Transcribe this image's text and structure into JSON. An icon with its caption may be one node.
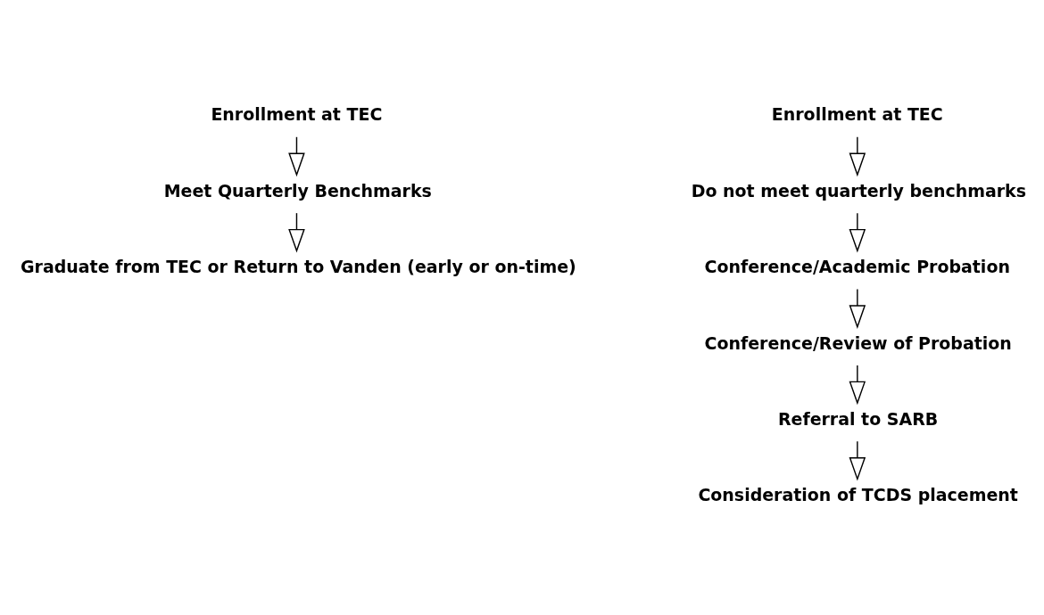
{
  "diagram": {
    "nodes": [
      {
        "text": [
          "Enrollment at TEC"
        ]
      },
      {
        "text": [
          "Meet Quarterly Benchmarks"
        ]
      },
      {
        "text": [
          "Graduate from TEC or Return to Vanden (early or on-time)"
        ]
      },
      {
        "text": [
          "Enrollment at TEC"
        ]
      },
      {
        "text": [
          "Do not meet quarterly benchmarks"
        ]
      },
      {
        "text": [
          "Conference/Academic Probation"
        ]
      },
      {
        "text": [
          "Conference/Review of Probation"
        ]
      },
      {
        "text": [
          "Referral to SARB"
        ]
      },
      {
        "text": [
          "Consideration of TCDS placement"
        ]
      }
    ],
    "edges": [
      {
        "from": 0,
        "to": 1,
        "arrow": "to"
      },
      {
        "from": 1,
        "to": 2,
        "arrow": "to"
      },
      {
        "from": 3,
        "to": 4,
        "arrow": "to"
      },
      {
        "from": 4,
        "to": 5,
        "arrow": "to"
      },
      {
        "from": 5,
        "to": 6,
        "arrow": "to"
      },
      {
        "from": 6,
        "to": 7,
        "arrow": "to"
      },
      {
        "from": 7,
        "to": 8,
        "arrow": "to"
      }
    ]
  }
}
